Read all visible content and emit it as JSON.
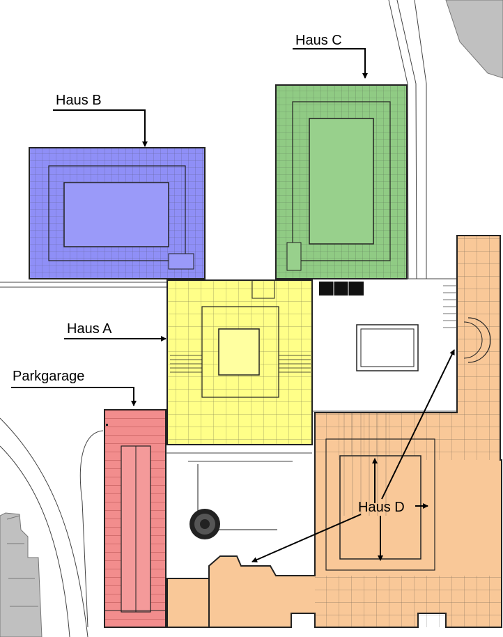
{
  "labels": {
    "haus_a": "Haus A",
    "haus_b": "Haus B",
    "haus_c": "Haus C",
    "haus_d": "Haus D",
    "parkgarage": "Parkgarage"
  },
  "colors": {
    "haus_a": "#ffff88",
    "haus_b": "#8f8ff7",
    "haus_c": "#90cb84",
    "haus_d": "#f9c898",
    "parkgarage": "#f28d8d",
    "neighbor_buildings": "#c0c0c0",
    "plan_lines": "#333333"
  }
}
